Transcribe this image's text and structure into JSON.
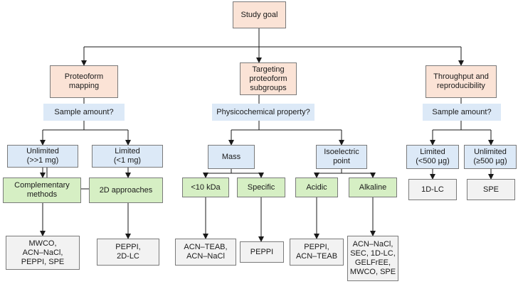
{
  "nodes": {
    "study_goal": "Study goal",
    "proteoform_mapping": "Proteoform\nmapping",
    "targeting_subgroups": "Targeting\nproteoform\nsubgroups",
    "throughput": "Throughput and\nreproducibility",
    "q_sample_left": "Sample amount?",
    "q_physchem": "Physicochemical property?",
    "q_sample_right": "Sample amount?",
    "unlimited_left": "Unlimited\n(>>1 mg)",
    "limited_left": "Limited\n(<1 mg)",
    "mass": "Mass",
    "isoelectric": "Isoelectric\npoint",
    "limited_right": "Limited\n(<500 µg)",
    "unlimited_right": "Unlimited\n(≥500 µg)",
    "complementary": "Complementary\nmethods",
    "approaches_2d": "2D approaches",
    "lt10kda": "<10 kDa",
    "specific": "Specific",
    "acidic": "Acidic",
    "alkaline": "Alkaline",
    "res_mwco": "MWCO,\nACN–NaCl,\nPEPPI, SPE",
    "res_peppi_2dlc": "PEPPI,\n2D-LC",
    "res_acn_teab": "ACN–TEAB,\nACN–NaCl",
    "res_peppi": "PEPPI",
    "res_peppi_acn": "PEPPI,\nACN–TEAB",
    "res_alkaline": "ACN–NaCl,\nSEC, 1D-LC,\nGELFrEE,\nMWCO, SPE",
    "res_1dlc": "1D-LC",
    "res_spe": "SPE"
  }
}
